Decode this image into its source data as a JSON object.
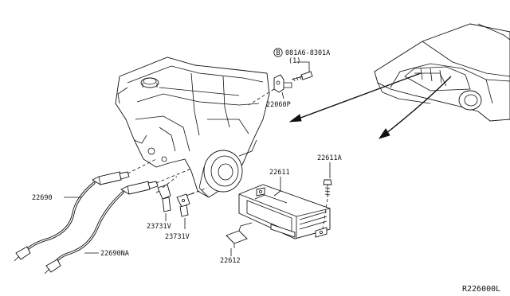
{
  "labels": {
    "bolt_circle_letter": "B",
    "bolt_part": "081A6-8301A",
    "bolt_qty": "(1)",
    "bracket": "22060P",
    "ecm": "22611",
    "ecm_bolt": "22611A",
    "sensor_upper": "22690",
    "sensor_lower": "22690NA",
    "cam_sensor_1": "23731V",
    "cam_sensor_2": "23731V",
    "ecm_bracket": "22612"
  },
  "reference_code": "R226000L"
}
